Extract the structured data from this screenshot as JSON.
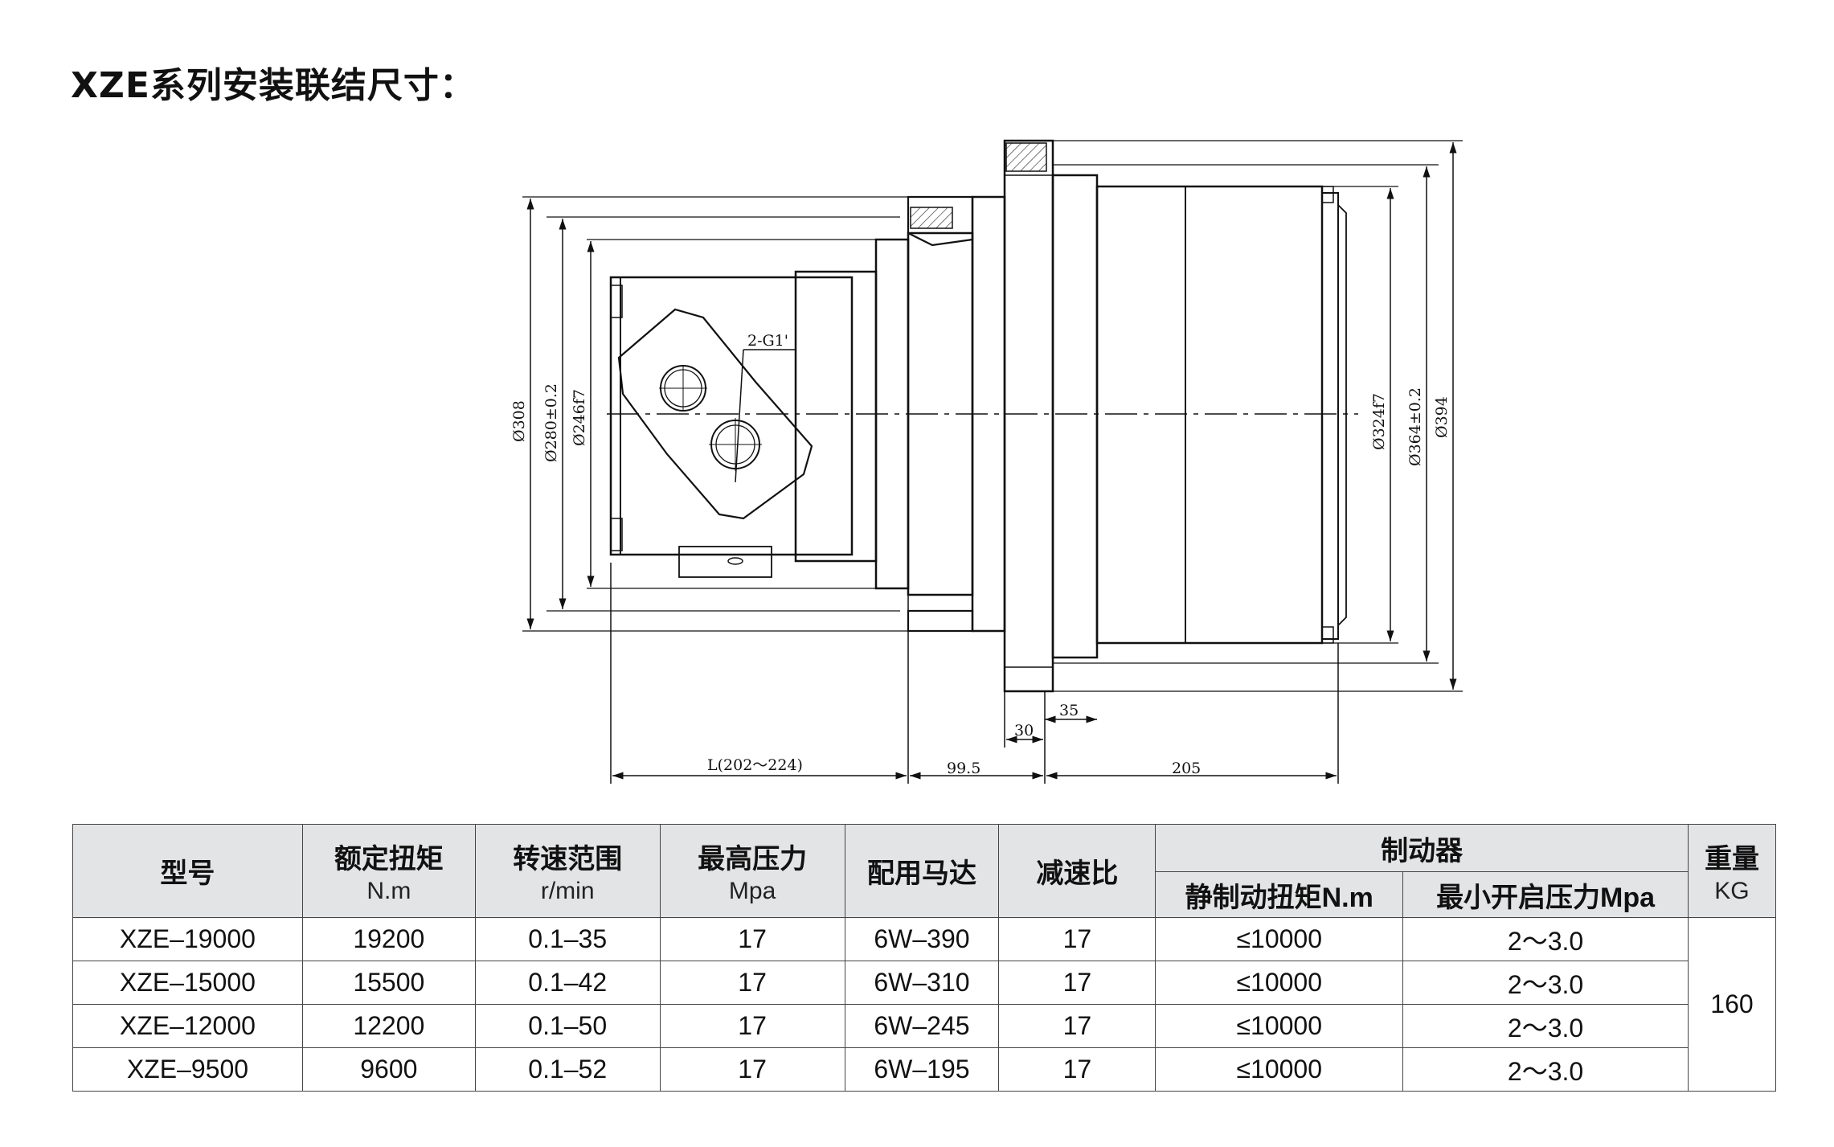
{
  "title": "XZE系列安装联结尺寸：",
  "drawing": {
    "labels": {
      "port": "2-G1'",
      "d308": "Ø308",
      "d280": "Ø280±0.2",
      "d246": "Ø246f7",
      "d324": "Ø324f7",
      "d364": "Ø364±0.2",
      "d394": "Ø394",
      "dim35": "35",
      "dim30": "30",
      "dimL": "L(202～224)",
      "dim99": "99.5",
      "dim205": "205"
    }
  },
  "table": {
    "headers": {
      "model": "型号",
      "torque": "额定扭矩",
      "torque_unit": "N.m",
      "speed": "转速范围",
      "speed_unit": "r/min",
      "pressure": "最高压力",
      "pressure_unit": "Mpa",
      "motor": "配用马达",
      "ratio": "减速比",
      "brake": "制动器",
      "brake_torque": "静制动扭矩N.m",
      "brake_pressure": "最小开启压力Mpa",
      "weight": "重量",
      "weight_unit": "KG"
    },
    "rows": [
      {
        "model": "XZE–19000",
        "torque": "19200",
        "speed": "0.1–35",
        "pressure": "17",
        "motor": "6W–390",
        "ratio": "17",
        "brake_torque": "≤10000",
        "brake_pressure": "2～3.0"
      },
      {
        "model": "XZE–15000",
        "torque": "15500",
        "speed": "0.1–42",
        "pressure": "17",
        "motor": "6W–310",
        "ratio": "17",
        "brake_torque": "≤10000",
        "brake_pressure": "2～3.0"
      },
      {
        "model": "XZE–12000",
        "torque": "12200",
        "speed": "0.1–50",
        "pressure": "17",
        "motor": "6W–245",
        "ratio": "17",
        "brake_torque": "≤10000",
        "brake_pressure": "2～3.0"
      },
      {
        "model": "XZE–9500",
        "torque": "9600",
        "speed": "0.1–52",
        "pressure": "17",
        "motor": "6W–195",
        "ratio": "17",
        "brake_torque": "≤10000",
        "brake_pressure": "2～3.0"
      }
    ],
    "weight_value": "160"
  }
}
